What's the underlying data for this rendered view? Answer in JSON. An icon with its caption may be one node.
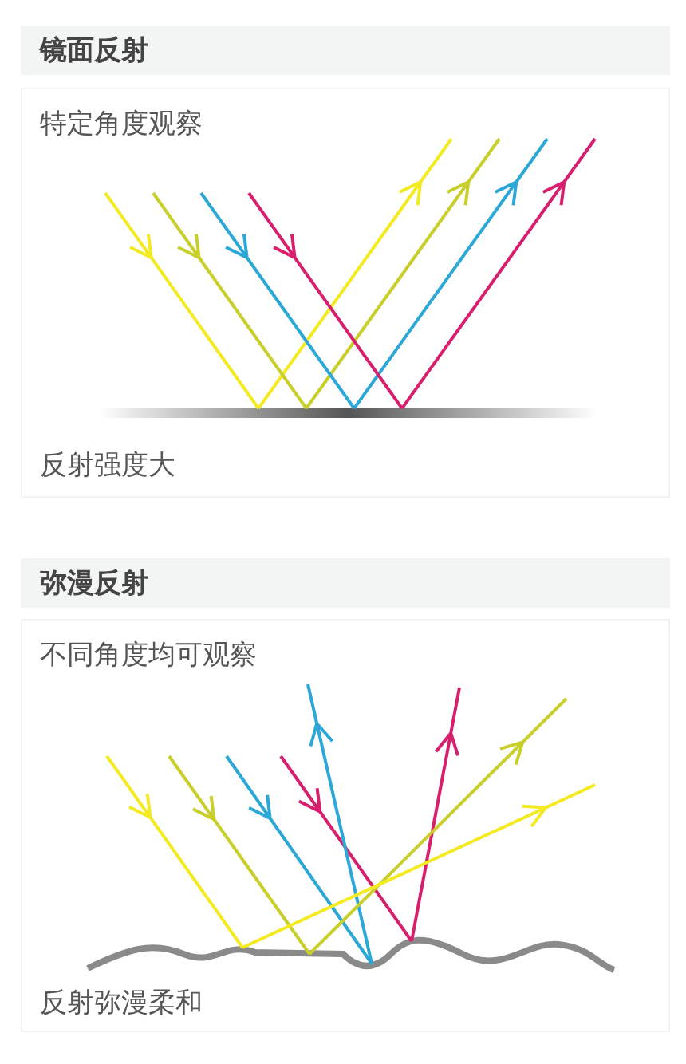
{
  "diagram": {
    "nodes": [
      {
        "text": [
          "镜面反射"
        ]
      },
      {
        "text": [
          "特定角度观察",
          "反射强度大"
        ]
      },
      {
        "text": [
          "弥漫反射"
        ]
      },
      {
        "text": [
          "不同角度均可观察",
          "反射弥漫柔和"
        ]
      }
    ]
  }
}
